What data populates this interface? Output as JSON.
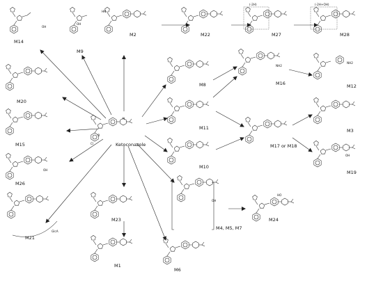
{
  "center": {
    "label": "Ketoconazole"
  },
  "metabolites": [
    {
      "key": "M14",
      "label": "M14"
    },
    {
      "key": "M9",
      "label": "M9"
    },
    {
      "key": "M2",
      "label": "M2"
    },
    {
      "key": "M22",
      "label": "M22"
    },
    {
      "key": "M27",
      "label": "M27"
    },
    {
      "key": "M28",
      "label": "M28"
    },
    {
      "key": "M20",
      "label": "M20"
    },
    {
      "key": "M8",
      "label": "M8"
    },
    {
      "key": "M16",
      "label": "M16"
    },
    {
      "key": "M12",
      "label": "M12"
    },
    {
      "key": "M15",
      "label": "M15"
    },
    {
      "key": "M11",
      "label": "M11"
    },
    {
      "key": "M3",
      "label": "M3"
    },
    {
      "key": "M17M18",
      "label": "M17 or M18"
    },
    {
      "key": "M26",
      "label": "M26"
    },
    {
      "key": "M10",
      "label": "M10"
    },
    {
      "key": "M19",
      "label": "M19"
    },
    {
      "key": "M4M5M7",
      "label": "M4, M5, M7"
    },
    {
      "key": "M24",
      "label": "M24"
    },
    {
      "key": "M21",
      "label": "M21"
    },
    {
      "key": "M23",
      "label": "M23"
    },
    {
      "key": "M1",
      "label": "M1"
    },
    {
      "key": "M6",
      "label": "M6"
    }
  ],
  "annotations": {
    "m27_box": "(-2H)",
    "m28_box": "(-2H+OH)",
    "glca": "GlcA"
  },
  "atoms": [
    "N",
    "O",
    "OH",
    "HO",
    "NH",
    "NH2",
    "Cl",
    "HN",
    "H"
  ]
}
